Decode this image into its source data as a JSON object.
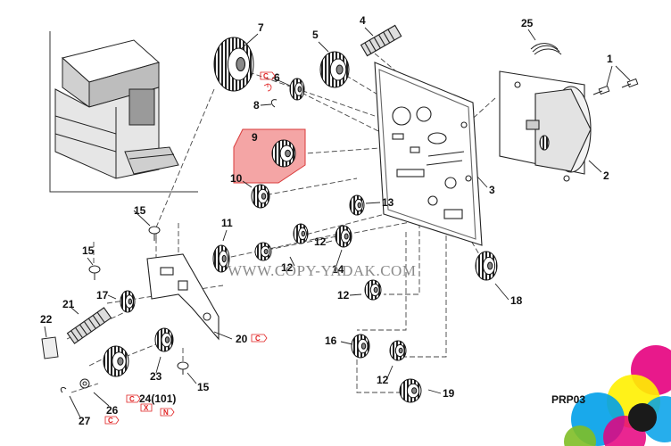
{
  "callouts": [
    {
      "id": "p1",
      "text": "1"
    },
    {
      "id": "p2",
      "text": "2"
    },
    {
      "id": "p3",
      "text": "3"
    },
    {
      "id": "p4",
      "text": "4"
    },
    {
      "id": "p5",
      "text": "5"
    },
    {
      "id": "p6",
      "text": "6"
    },
    {
      "id": "p7",
      "text": "7"
    },
    {
      "id": "p8",
      "text": "8"
    },
    {
      "id": "p9",
      "text": "9"
    },
    {
      "id": "p10",
      "text": "10"
    },
    {
      "id": "p11",
      "text": "11"
    },
    {
      "id": "p12a",
      "text": "12"
    },
    {
      "id": "p12b",
      "text": "12"
    },
    {
      "id": "p12c",
      "text": "12"
    },
    {
      "id": "p12d",
      "text": "12"
    },
    {
      "id": "p13",
      "text": "13"
    },
    {
      "id": "p14",
      "text": "14"
    },
    {
      "id": "p15a",
      "text": "15"
    },
    {
      "id": "p15b",
      "text": "15"
    },
    {
      "id": "p15c",
      "text": "15"
    },
    {
      "id": "p16",
      "text": "16"
    },
    {
      "id": "p17",
      "text": "17"
    },
    {
      "id": "p18",
      "text": "18"
    },
    {
      "id": "p19",
      "text": "19"
    },
    {
      "id": "p20",
      "text": "20"
    },
    {
      "id": "p21",
      "text": "21"
    },
    {
      "id": "p22",
      "text": "22"
    },
    {
      "id": "p23",
      "text": "23"
    },
    {
      "id": "p24",
      "text": "24(101)"
    },
    {
      "id": "p25",
      "text": "25"
    },
    {
      "id": "p26",
      "text": "26"
    },
    {
      "id": "p27",
      "text": "27"
    }
  ],
  "tags": [
    {
      "id": "t6",
      "text": "C"
    },
    {
      "id": "t20",
      "text": "C"
    },
    {
      "id": "t24c",
      "text": "C"
    },
    {
      "id": "t24x",
      "text": "X"
    },
    {
      "id": "t24n",
      "text": "N"
    },
    {
      "id": "t26",
      "text": "C"
    }
  ],
  "watermark": "WWW.COPY-YADAK.COM",
  "diagram_code": "PRP03",
  "colors": {
    "highlight_fill": "#f4a5a5",
    "highlight_border": "#d93b3b",
    "tag_red": "#e02020",
    "ink": "#111111",
    "swirl": [
      "#e6007e",
      "#00a0e9",
      "#fff100",
      "#1a1a1a",
      "#7fbe26"
    ]
  }
}
